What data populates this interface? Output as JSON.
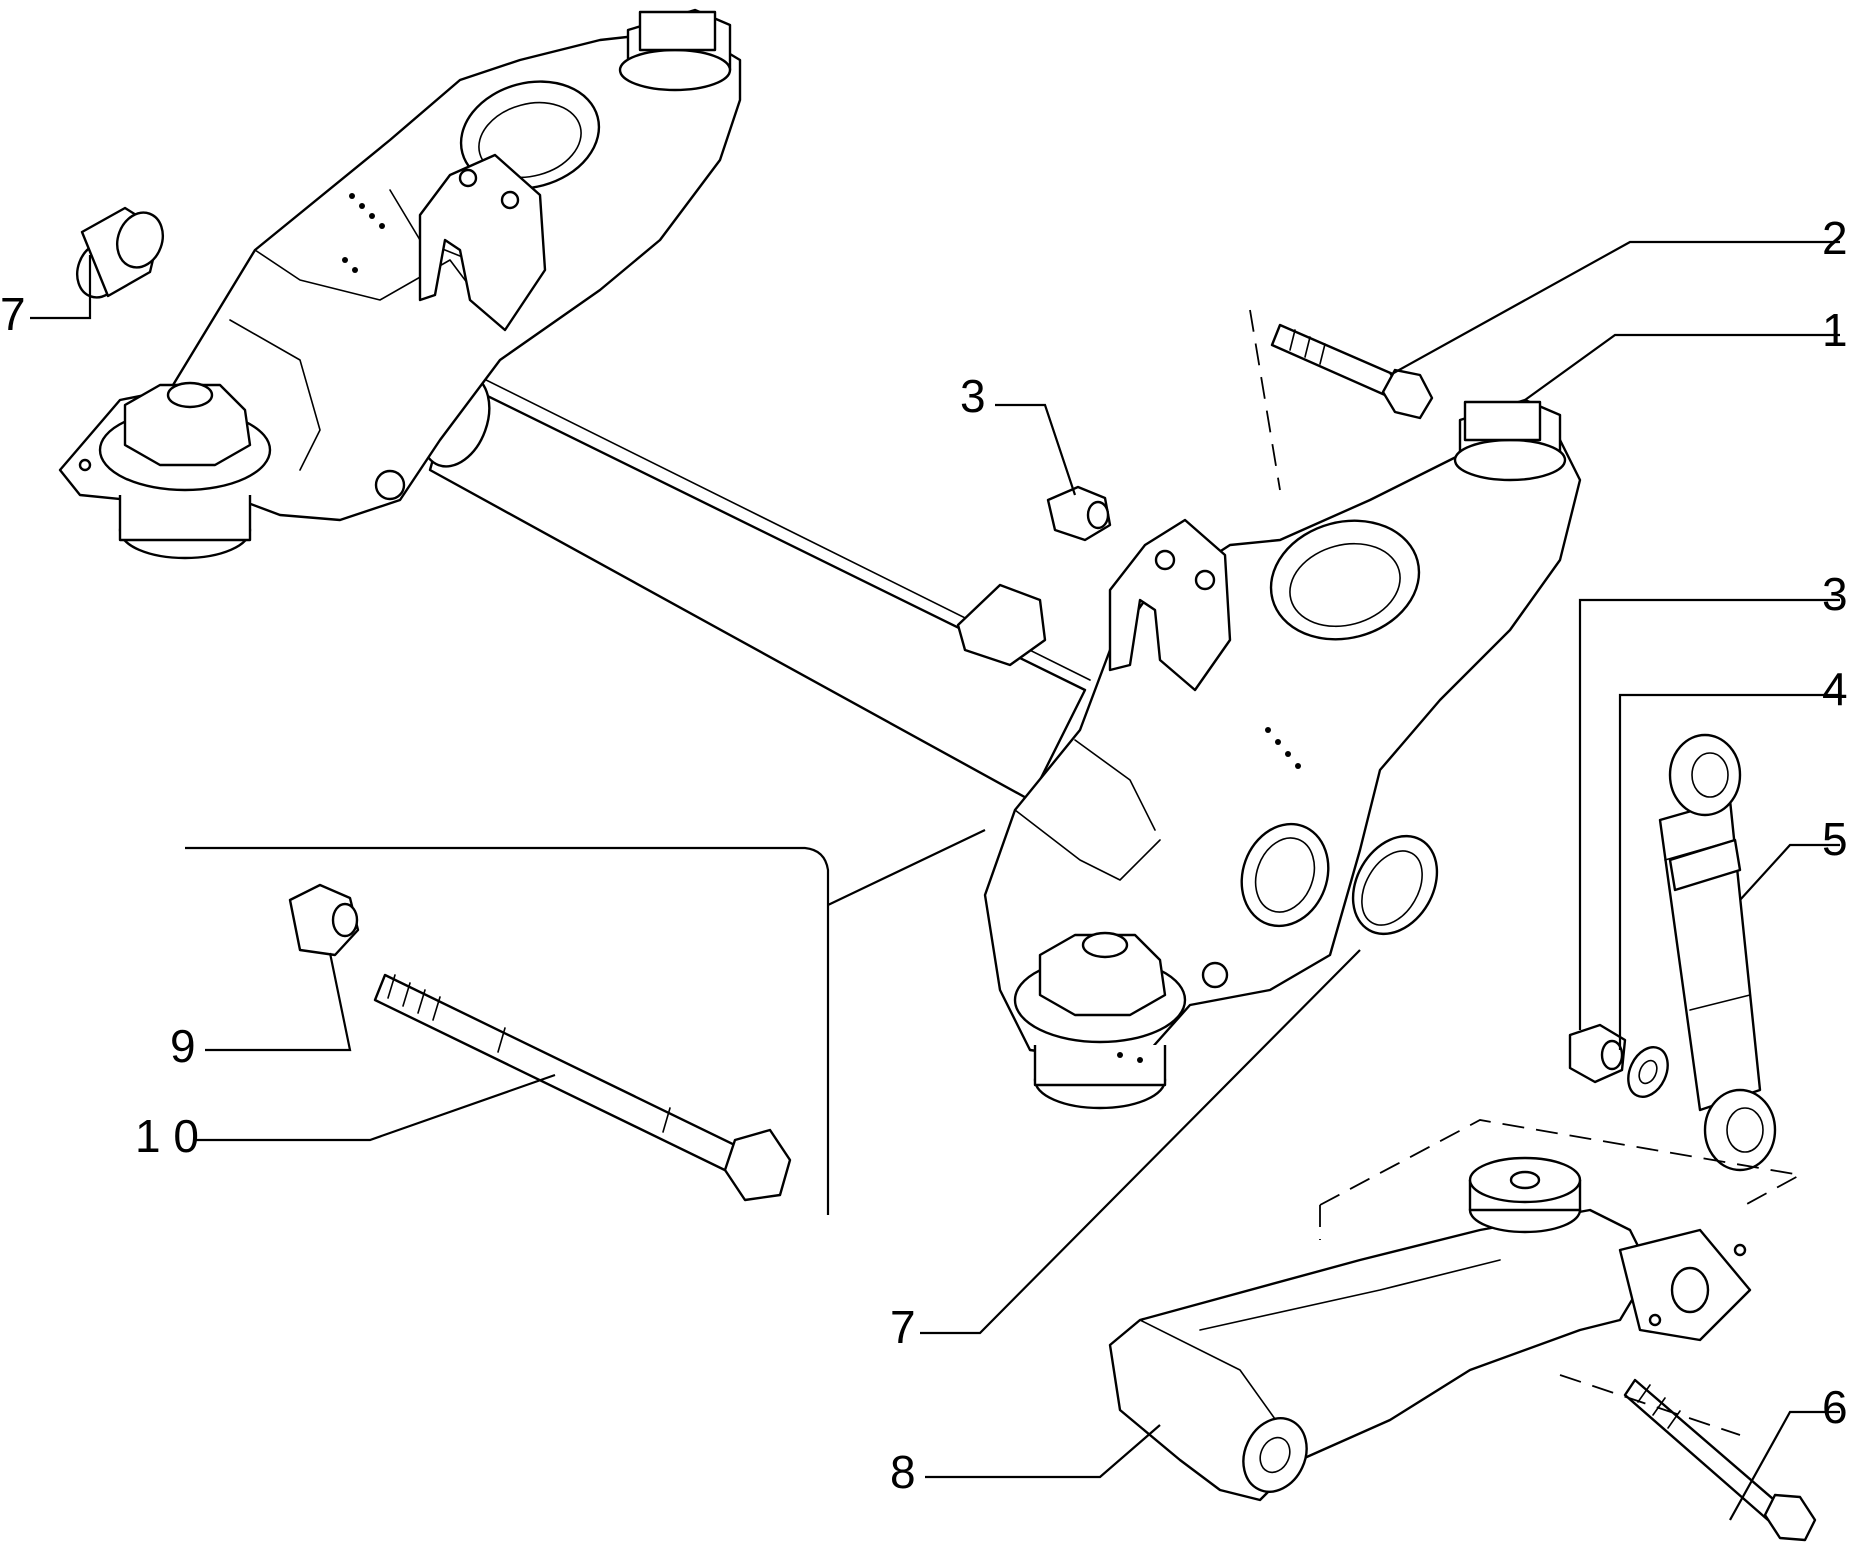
{
  "callouts": [
    {
      "id": "1",
      "label": "1",
      "part": "rubber-pad"
    },
    {
      "id": "2",
      "label": "2",
      "part": "bolt"
    },
    {
      "id": "3a",
      "label": "3",
      "part": "nut"
    },
    {
      "id": "3b",
      "label": "3",
      "part": "nut"
    },
    {
      "id": "4",
      "label": "4",
      "part": "washer"
    },
    {
      "id": "5",
      "label": "5",
      "part": "shock-absorber"
    },
    {
      "id": "6",
      "label": "6",
      "part": "bolt"
    },
    {
      "id": "7a",
      "label": "7",
      "part": "bushing"
    },
    {
      "id": "7b",
      "label": "7",
      "part": "bushing"
    },
    {
      "id": "8",
      "label": "8",
      "part": "suspension-arm"
    },
    {
      "id": "9",
      "label": "9",
      "part": "nut"
    },
    {
      "id": "10",
      "label": "1 0",
      "part": "through-bolt"
    }
  ],
  "colors": {
    "line": "#000000",
    "background": "#ffffff"
  }
}
